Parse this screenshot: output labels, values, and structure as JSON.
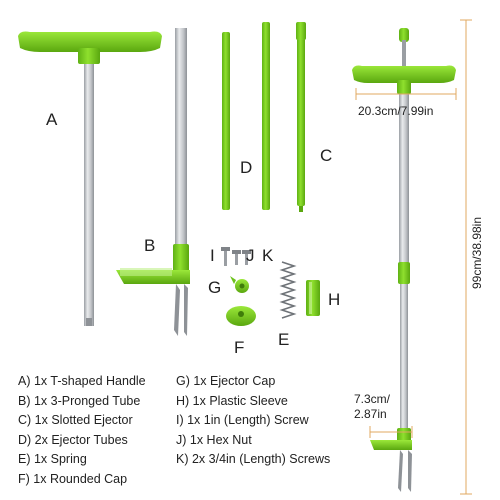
{
  "labels": {
    "A": "A",
    "B": "B",
    "C": "C",
    "D": "D",
    "E": "E",
    "F": "F",
    "G": "G",
    "H": "H",
    "I": "I",
    "J": "J",
    "K": "K"
  },
  "dimensions": {
    "handle_width": "20.3cm/7.99in",
    "total_length": "99cm/38.98in",
    "foot_width_line1": "7.3cm/",
    "foot_width_line2": "2.87in"
  },
  "parts_left": [
    "A) 1x T-shaped Handle",
    "B) 1x 3-Pronged Tube",
    "C) 1x Slotted Ejector",
    "D) 2x Ejector Tubes",
    "E) 1x Spring",
    "F) 1x Rounded Cap"
  ],
  "parts_right": [
    "G) 1x Ejector Cap",
    "H) 1x Plastic Sleeve",
    "I) 1x 1in (Length) Screw",
    "J) 1x Hex Nut",
    "K) 2x 3/4in (Length) Screws"
  ],
  "colors": {
    "green": "#7ed321",
    "green_dark": "#5aa70f",
    "metal": "#c9ccd0",
    "metal_dark": "#8e9297",
    "dim_line": "#e0a860"
  }
}
